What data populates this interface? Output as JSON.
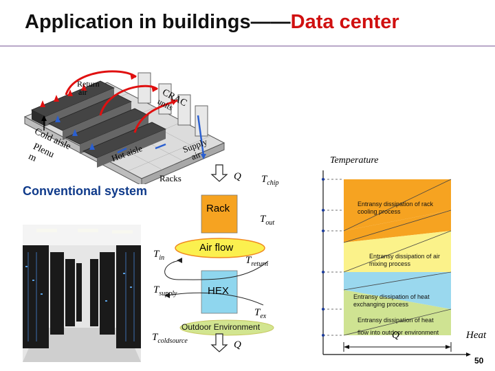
{
  "title": {
    "main": "Application in buildings——",
    "accent": "Data center"
  },
  "datacenter": {
    "return_air": [
      "Return",
      "air"
    ],
    "crac": [
      "CRAC",
      "units"
    ],
    "cold_aisle": [
      "Cold",
      "aisle"
    ],
    "plenum": [
      "Plenu",
      "m"
    ],
    "hot_aisle": "Hot aisle",
    "supply_air": [
      "Supply",
      "air"
    ],
    "racks": "Racks"
  },
  "conventional_label": "Conventional system",
  "flow": {
    "q_top": "Q",
    "t_chip": "T",
    "t_chip_sub": "chip",
    "rack": "Rack",
    "t_out": "T",
    "t_out_sub": "out",
    "air_flow": "Air flow",
    "t_in": "T",
    "t_in_sub": "in",
    "t_return": "T",
    "t_return_sub": "return",
    "t_supply": "T",
    "t_supply_sub": "supply",
    "hex": "HEX",
    "t_ex": "T",
    "t_ex_sub": "ex",
    "outdoor": "Outdoor Environment",
    "t_coldsource": "T",
    "t_coldsource_sub": "coldsource",
    "q_bottom": "Q"
  },
  "graph": {
    "y_axis": "Temperature",
    "x_axis": "Heat",
    "q_label": "Q",
    "regions": [
      "Entransy dissipation of rack cooling process",
      "Entransy dissipation of air mixing process",
      "Entransy dissipation of heat exchanging process",
      "Entransy dissipation of heat",
      "flow into outdoor environment"
    ],
    "colors": {
      "orange": "#f7a822",
      "yellow": "#fbf28a",
      "lightblue": "#9ad8ee",
      "green": "#cfe392"
    }
  },
  "page_number": "50"
}
